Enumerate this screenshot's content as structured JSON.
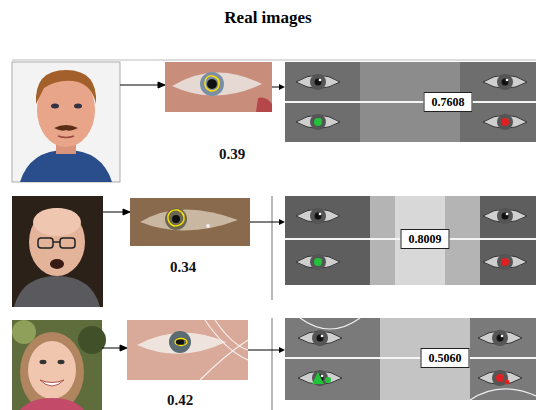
{
  "diagram": {
    "title": "Real images",
    "nodes": [
      {
        "text": [
          "0.39"
        ]
      },
      {
        "text": [
          "0.7608"
        ]
      },
      {
        "text": [
          "0.34"
        ]
      },
      {
        "text": [
          "0.8009"
        ]
      },
      {
        "text": [
          "0.42"
        ]
      },
      {
        "text": [
          "0.5060"
        ]
      }
    ],
    "edges": [
      {
        "from": 0,
        "to": 1,
        "arrow": "to"
      },
      {
        "from": 2,
        "to": 3,
        "arrow": "to"
      },
      {
        "from": 4,
        "to": 5,
        "arrow": "to"
      }
    ]
  }
}
